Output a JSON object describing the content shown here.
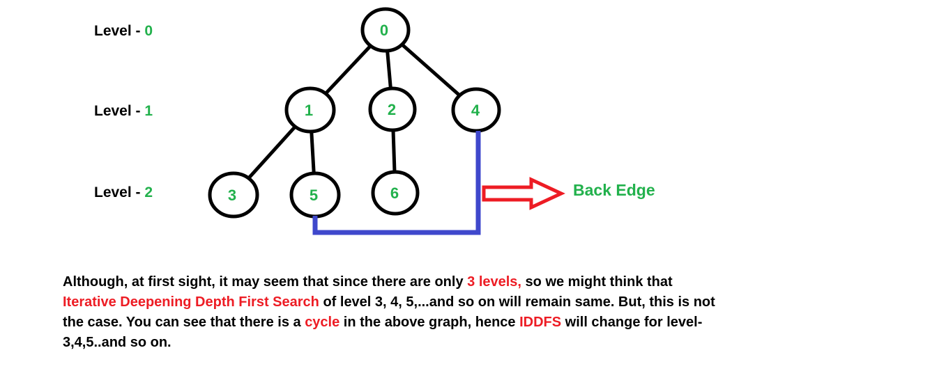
{
  "diagram": {
    "level_labels": [
      {
        "prefix": "Level - ",
        "num": "0"
      },
      {
        "prefix": "Level - ",
        "num": "1"
      },
      {
        "prefix": "Level - ",
        "num": "2"
      }
    ],
    "nodes": {
      "n0": "0",
      "n1": "1",
      "n2": "2",
      "n4": "4",
      "n3": "3",
      "n5": "5",
      "n6": "6"
    },
    "tree_edges": [
      "0-1",
      "0-2",
      "0-4",
      "1-3",
      "1-5",
      "2-6"
    ],
    "back_edge": "4-5",
    "back_edge_label": "Back Edge",
    "colors": {
      "green": "#22b14c",
      "blue": "#3f48cc",
      "red": "#ed1c24",
      "black": "#000000"
    }
  },
  "paragraph": {
    "lines": [
      {
        "segments": [
          {
            "text": "Although, at first sight, it may seem that since there are only "
          },
          {
            "text": "3 levels,"
          },
          {
            "text": " so we might think that"
          }
        ]
      },
      {
        "segments": [
          {
            "text": "Iterative Deepening Depth First Search"
          },
          {
            "text": " of level 3, 4, 5,...and so on will remain same. But, this is not"
          }
        ]
      },
      {
        "segments": [
          {
            "text": "the case. You can see that there is a "
          },
          {
            "text": "cycle"
          },
          {
            "text": " in the above graph, hence "
          },
          {
            "text": "IDDFS"
          },
          {
            "text": " will change for level-"
          }
        ]
      },
      {
        "segments": [
          {
            "text": "3,4,5..and so on."
          }
        ]
      }
    ]
  }
}
